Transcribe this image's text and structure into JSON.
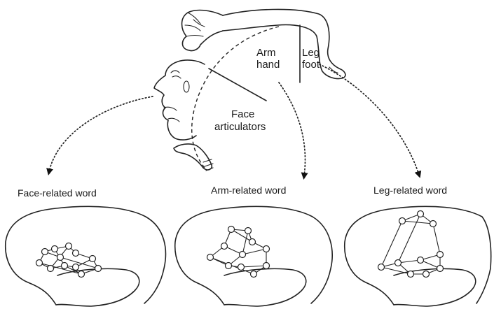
{
  "labels": {
    "arm": "Arm",
    "hand": "hand",
    "leg": "Leg",
    "foot": "foot",
    "face": "Face",
    "articulators": "articulators"
  },
  "captions": {
    "face_word": "Face-related word",
    "arm_word": "Arm-related word",
    "leg_word": "Leg-related word"
  }
}
